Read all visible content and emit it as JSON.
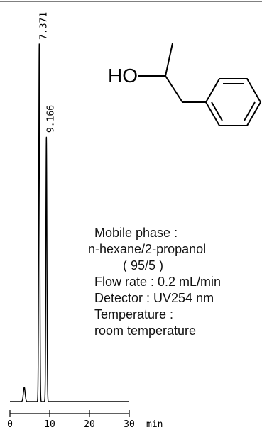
{
  "chart_data": {
    "type": "line",
    "x_unit": "min",
    "xlim": [
      0,
      30
    ],
    "x_ticks": [
      0,
      10,
      20,
      30
    ],
    "peaks": [
      {
        "retention_time": 7.371,
        "label": "7.371",
        "height": 1.0
      },
      {
        "retention_time": 9.166,
        "label": "9.166",
        "height": 0.74
      }
    ],
    "minor_peaks": [
      {
        "retention_time": 3.6,
        "height": 0.04
      }
    ],
    "line_color": "#000000"
  },
  "structure": {
    "ho_label": "HO"
  },
  "conditions": {
    "mobile_phase_label": "Mobile phase :",
    "mobile_phase_value": "n-hexane/2-propanol",
    "ratio": "( 95/5 )",
    "flow_rate": "Flow rate : 0.2 mL/min",
    "detector": "Detector : UV254 nm",
    "temperature_label": "Temperature :",
    "temperature_value": "room temperature"
  }
}
